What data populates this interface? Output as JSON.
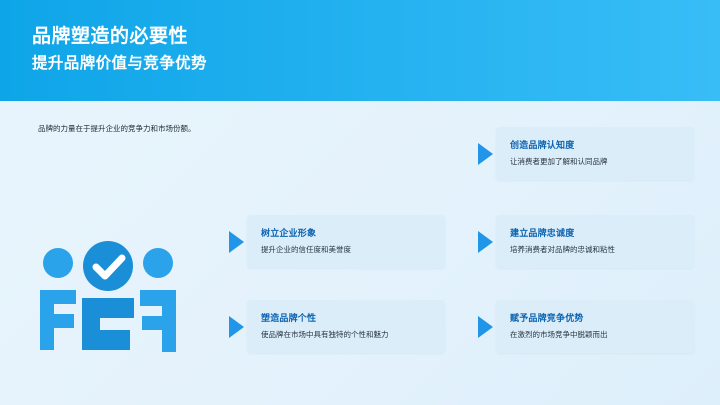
{
  "header": {
    "title": "品牌塑造的必要性",
    "subtitle": "提升品牌价值与竞争优势",
    "bg_color": "#18ace9"
  },
  "intro": {
    "text": "品牌的力量在于提升企业的竞争力和市场份额。"
  },
  "illustration": {
    "name": "team-people-check-icon",
    "color": "#1a9ae6"
  },
  "cards": [
    {
      "title": "创造品牌认知度",
      "body": "让消费者更加了解和认同品牌",
      "arrow": "triangle-right-icon"
    },
    {
      "title": "树立企业形象",
      "body": "提升企业的信任度和美誉度",
      "arrow": "triangle-right-icon"
    },
    {
      "title": "建立品牌忠诚度",
      "body": "培养消费者对品牌的忠诚和粘性",
      "arrow": "triangle-right-icon"
    },
    {
      "title": "塑造品牌个性",
      "body": "使品牌在市场中具有独特的个性和魅力",
      "arrow": "triangle-right-icon"
    },
    {
      "title": "赋予品牌竞争优势",
      "body": "在激烈的市场竞争中脱颖而出",
      "arrow": "triangle-right-icon"
    }
  ],
  "theme": {
    "accent": "#0b63b0",
    "card_bg": "#dcedfa",
    "arrow_color": "#2196e8",
    "page_bg": "#e8f4fd"
  }
}
